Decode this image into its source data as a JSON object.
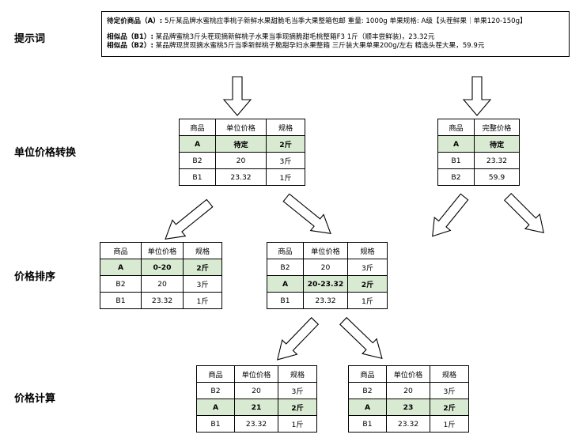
{
  "labels": {
    "prompt": "提示词",
    "unit_conversion": "单位价格转换",
    "price_sort": "价格排序",
    "price_calc": "价格计算"
  },
  "prompt": {
    "a_label": "待定价商品（A）:",
    "a_text": "5斤某品牌水蜜桃应季桃子新鲜水果甜脆毛当季大果整箱包邮 重量: 1000g 单果规格: A级【头茬鲜果｜单果120-150g】",
    "b1_label": "相似品（B1）:",
    "b1_text": "某品牌蜜桃3斤头茬现摘新鲜桃子水果当季现摘脆甜毛桃整箱F3 1斤（顺丰尝鲜装)，23.32元",
    "b2_label": "相似品（B2）:",
    "b2_text": "某品牌现货现摘水蜜桃5斤当季新鲜桃子脆甜孕妇水果整箱 三斤装大果单果200g/左右 精选头茬大果，59.9元"
  },
  "tables": {
    "t1": {
      "rows": [
        {
          "hl": false,
          "cells": [
            "商品",
            "单位价格",
            "规格"
          ]
        },
        {
          "hl": true,
          "cells": [
            "A",
            "待定",
            "2斤"
          ]
        },
        {
          "hl": false,
          "cells": [
            "B2",
            "20",
            "3斤"
          ]
        },
        {
          "hl": false,
          "cells": [
            "B1",
            "23.32",
            "1斤"
          ]
        }
      ]
    },
    "t2": {
      "rows": [
        {
          "hl": false,
          "cells": [
            "商品",
            "完整价格"
          ]
        },
        {
          "hl": true,
          "cells": [
            "A",
            "待定"
          ]
        },
        {
          "hl": false,
          "cells": [
            "B1",
            "23.32"
          ]
        },
        {
          "hl": false,
          "cells": [
            "B2",
            "59.9"
          ]
        }
      ]
    },
    "t3": {
      "rows": [
        {
          "hl": false,
          "cells": [
            "商品",
            "单位价格",
            "规格"
          ]
        },
        {
          "hl": true,
          "cells": [
            "A",
            "0-20",
            "2斤"
          ]
        },
        {
          "hl": false,
          "cells": [
            "B2",
            "20",
            "3斤"
          ]
        },
        {
          "hl": false,
          "cells": [
            "B1",
            "23.32",
            "1斤"
          ]
        }
      ]
    },
    "t4": {
      "rows": [
        {
          "hl": false,
          "cells": [
            "商品",
            "单位价格",
            "规格"
          ]
        },
        {
          "hl": false,
          "cells": [
            "B2",
            "20",
            "3斤"
          ]
        },
        {
          "hl": true,
          "cells": [
            "A",
            "20-23.32",
            "2斤"
          ]
        },
        {
          "hl": false,
          "cells": [
            "B1",
            "23.32",
            "1斤"
          ]
        }
      ]
    },
    "t5": {
      "rows": [
        {
          "hl": false,
          "cells": [
            "商品",
            "单位价格",
            "规格"
          ]
        },
        {
          "hl": false,
          "cells": [
            "B2",
            "20",
            "3斤"
          ]
        },
        {
          "hl": true,
          "cells": [
            "A",
            "21",
            "2斤"
          ]
        },
        {
          "hl": false,
          "cells": [
            "B1",
            "23.32",
            "1斤"
          ]
        }
      ]
    },
    "t6": {
      "rows": [
        {
          "hl": false,
          "cells": [
            "商品",
            "单位价格",
            "规格"
          ]
        },
        {
          "hl": false,
          "cells": [
            "B2",
            "20",
            "3斤"
          ]
        },
        {
          "hl": true,
          "cells": [
            "A",
            "23",
            "2斤"
          ]
        },
        {
          "hl": false,
          "cells": [
            "B1",
            "23.32",
            "1斤"
          ]
        }
      ]
    }
  }
}
